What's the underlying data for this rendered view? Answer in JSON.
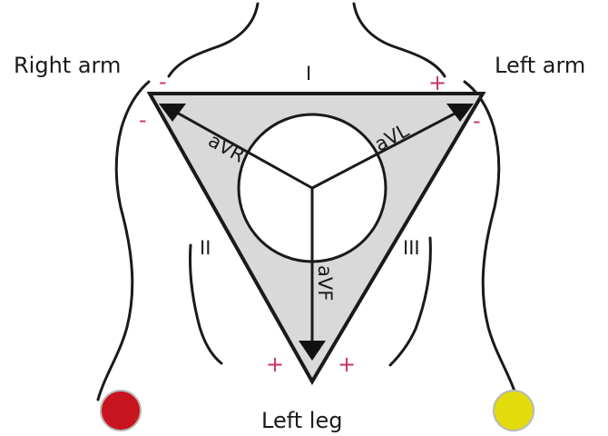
{
  "diagram": {
    "limbs": {
      "right_arm": "Right arm",
      "left_arm": "Left arm",
      "left_leg": "Left leg"
    },
    "leads": {
      "lead_i": "I",
      "lead_ii": "II",
      "lead_iii": "III",
      "avr": "aVR",
      "avl": "aVL",
      "avf": "aVF"
    },
    "polarity": {
      "minus": "-",
      "plus": "+"
    },
    "colors": {
      "triangle_fill": "#d9d9d9",
      "line": "#1a1a1a",
      "sign": "#c8336a",
      "electrode_right_arm": "#c8141e",
      "electrode_left_leg": "#e2dc0c"
    },
    "icons": [
      "torso-outline",
      "electrode-dot",
      "arrowhead"
    ]
  }
}
